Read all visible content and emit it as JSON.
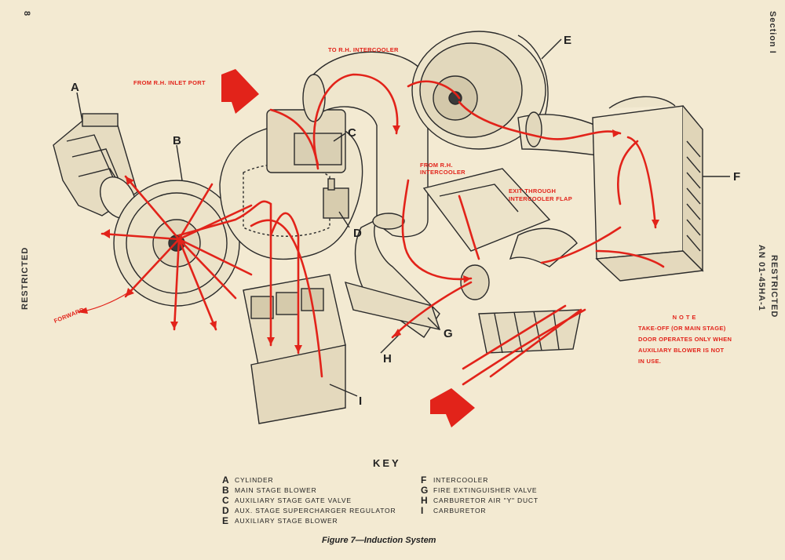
{
  "header": {
    "page_number": "8",
    "section": "Section I",
    "restricted_left": "RESTRICTED",
    "restricted_right": "RESTRICTED",
    "doc_number": "AN 01-45HA-1"
  },
  "diagram": {
    "annotations": {
      "from_rh_inlet_port": "FROM R.H. INLET PORT",
      "to_rh_intercooler": "TO R.H. INTERCOOLER",
      "from_rh_intercooler_1": "FROM R.H.",
      "from_rh_intercooler_2": "INTERCOOLER",
      "exit_through_1": "EXIT THROUGH",
      "exit_through_2": "INTERCOOLER FLAP",
      "forward": "FORWARD"
    },
    "letters": {
      "a": "A",
      "b": "B",
      "c": "C",
      "d": "D",
      "e": "E",
      "f": "F",
      "g": "G",
      "h": "H",
      "i": "I"
    },
    "flow_color": "#e2231a",
    "line_color": "#2a2a2a"
  },
  "note": {
    "title": "NOTE",
    "lines": [
      "TAKE-OFF (OR MAIN STAGE)",
      "DOOR OPERATES ONLY WHEN",
      "AUXILIARY BLOWER IS NOT",
      "IN USE."
    ]
  },
  "key": {
    "title": "KEY",
    "left": [
      {
        "letter": "A",
        "label": "CYLINDER"
      },
      {
        "letter": "B",
        "label": "MAIN STAGE BLOWER"
      },
      {
        "letter": "C",
        "label": "AUXILIARY STAGE GATE VALVE"
      },
      {
        "letter": "D",
        "label": "AUX. STAGE SUPERCHARGER REGULATOR"
      },
      {
        "letter": "E",
        "label": "AUXILIARY STAGE BLOWER"
      }
    ],
    "right": [
      {
        "letter": "F",
        "label": "INTERCOOLER"
      },
      {
        "letter": "G",
        "label": "FIRE EXTINGUISHER VALVE"
      },
      {
        "letter": "H",
        "label": "CARBURETOR AIR \"Y\" DUCT"
      },
      {
        "letter": "I",
        "label": "CARBURETOR"
      }
    ]
  },
  "caption": "Figure 7—Induction System"
}
